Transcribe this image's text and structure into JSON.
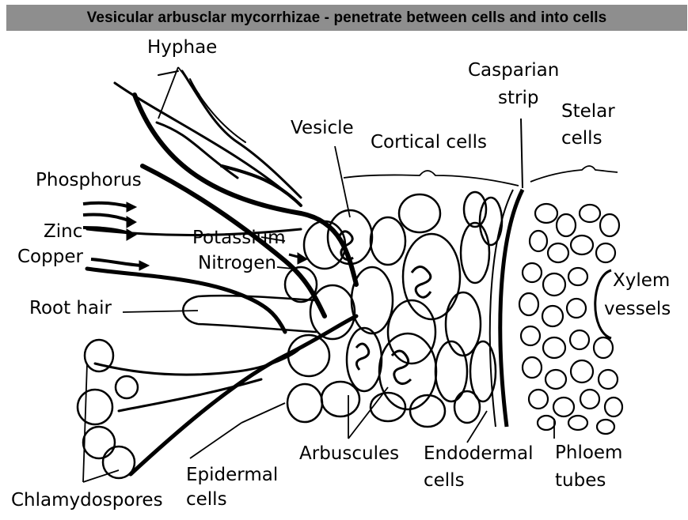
{
  "title": "Vesicular arbusclar mycorrhizae - penetrate between cells and into cells",
  "labels": {
    "hyphae": "Hyphae",
    "phosphorus": "Phosphorus",
    "zinc": "Zinc",
    "copper": "Copper",
    "root_hair": "Root hair",
    "chlamydospores": "Chlamydospores",
    "epidermal_1": "Epidermal",
    "epidermal_2": "cells",
    "arbuscules": "Arbuscules",
    "endodermal_1": "Endodermal",
    "endodermal_2": "cells",
    "phloem_1": "Phloem",
    "phloem_2": "tubes",
    "xylem_1": "Xylem",
    "xylem_2": "vessels",
    "stelar_1": "Stelar",
    "stelar_2": "cells",
    "casparian_1": "Casparian",
    "casparian_2": "strip",
    "cortical": "Cortical cells",
    "vesicle": "Vesicle",
    "potassium": "Potassium",
    "nitrogen": "Nitrogen"
  }
}
